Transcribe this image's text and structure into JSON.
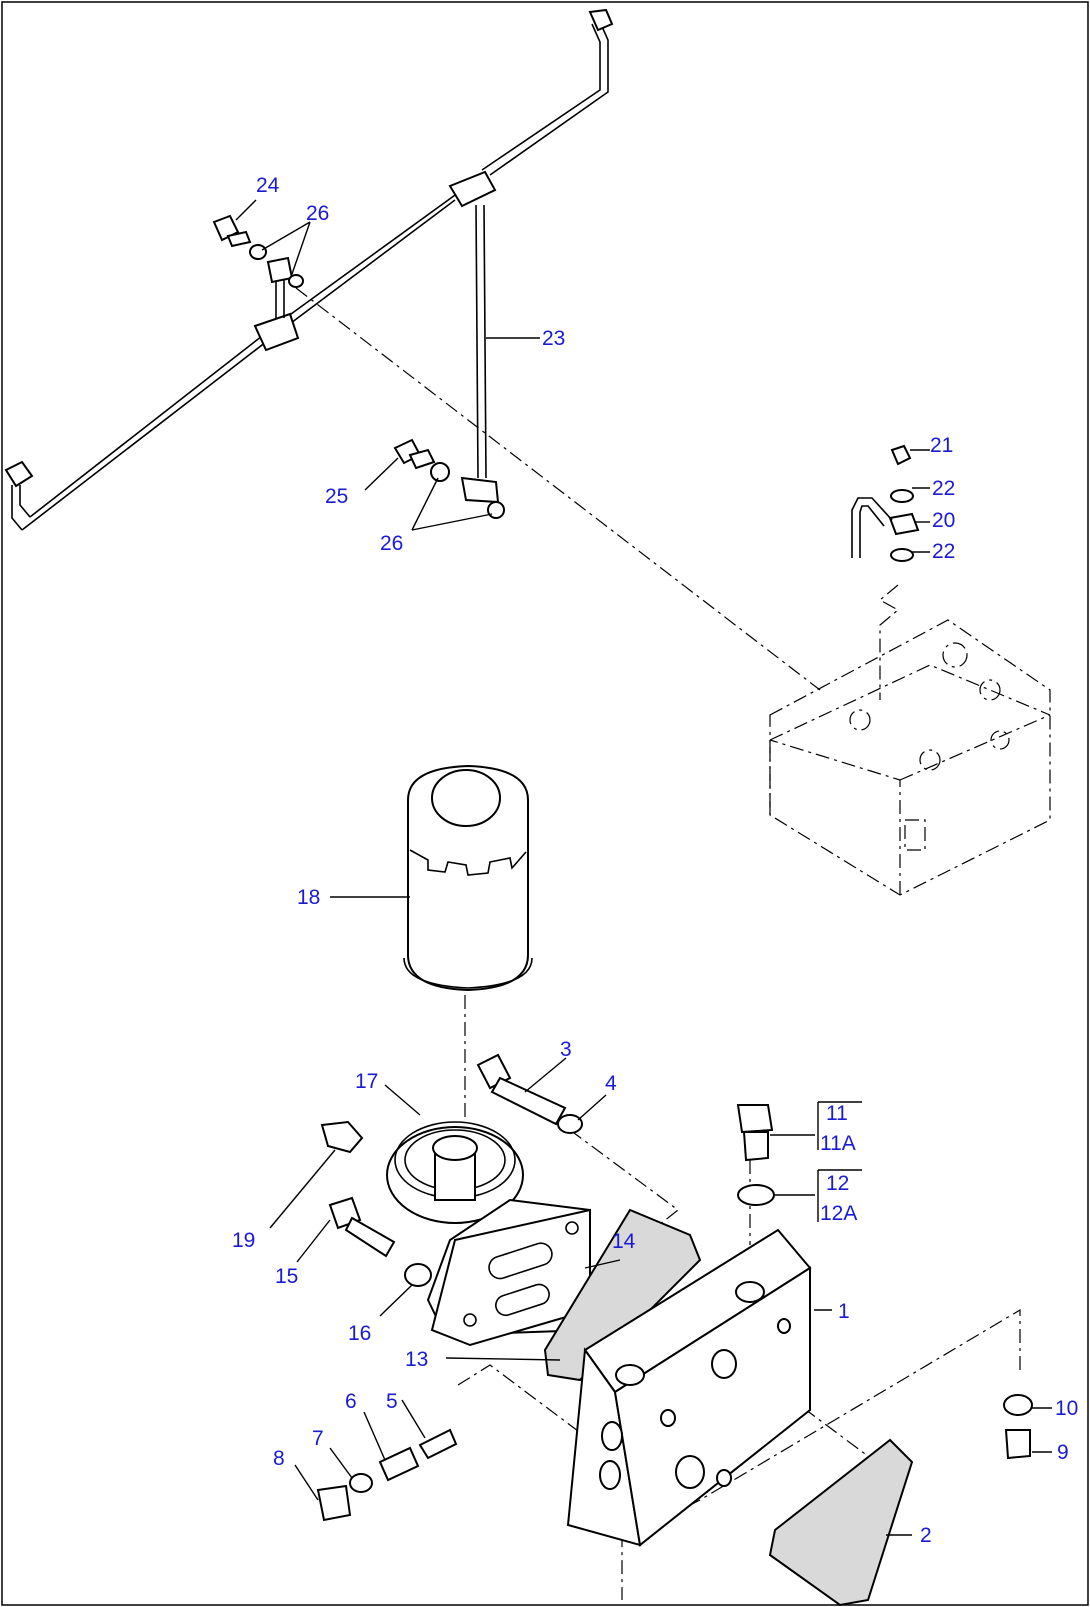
{
  "callouts": {
    "p1": "1",
    "p2": "2",
    "p3": "3",
    "p4": "4",
    "p5": "5",
    "p6": "6",
    "p7": "7",
    "p8": "8",
    "p9": "9",
    "p10": "10",
    "p11": "11",
    "p11a": "11A",
    "p12": "12",
    "p12a": "12A",
    "p13": "13",
    "p14": "14",
    "p15": "15",
    "p16": "16",
    "p17": "17",
    "p18": "18",
    "p19": "19",
    "p20": "20",
    "p21": "21",
    "p22a": "22",
    "p22b": "22",
    "p23": "23",
    "p24": "24",
    "p25": "25",
    "p26a": "26",
    "p26b": "26"
  },
  "colors": {
    "callout": "#1a1ad6",
    "line": "#000000"
  }
}
